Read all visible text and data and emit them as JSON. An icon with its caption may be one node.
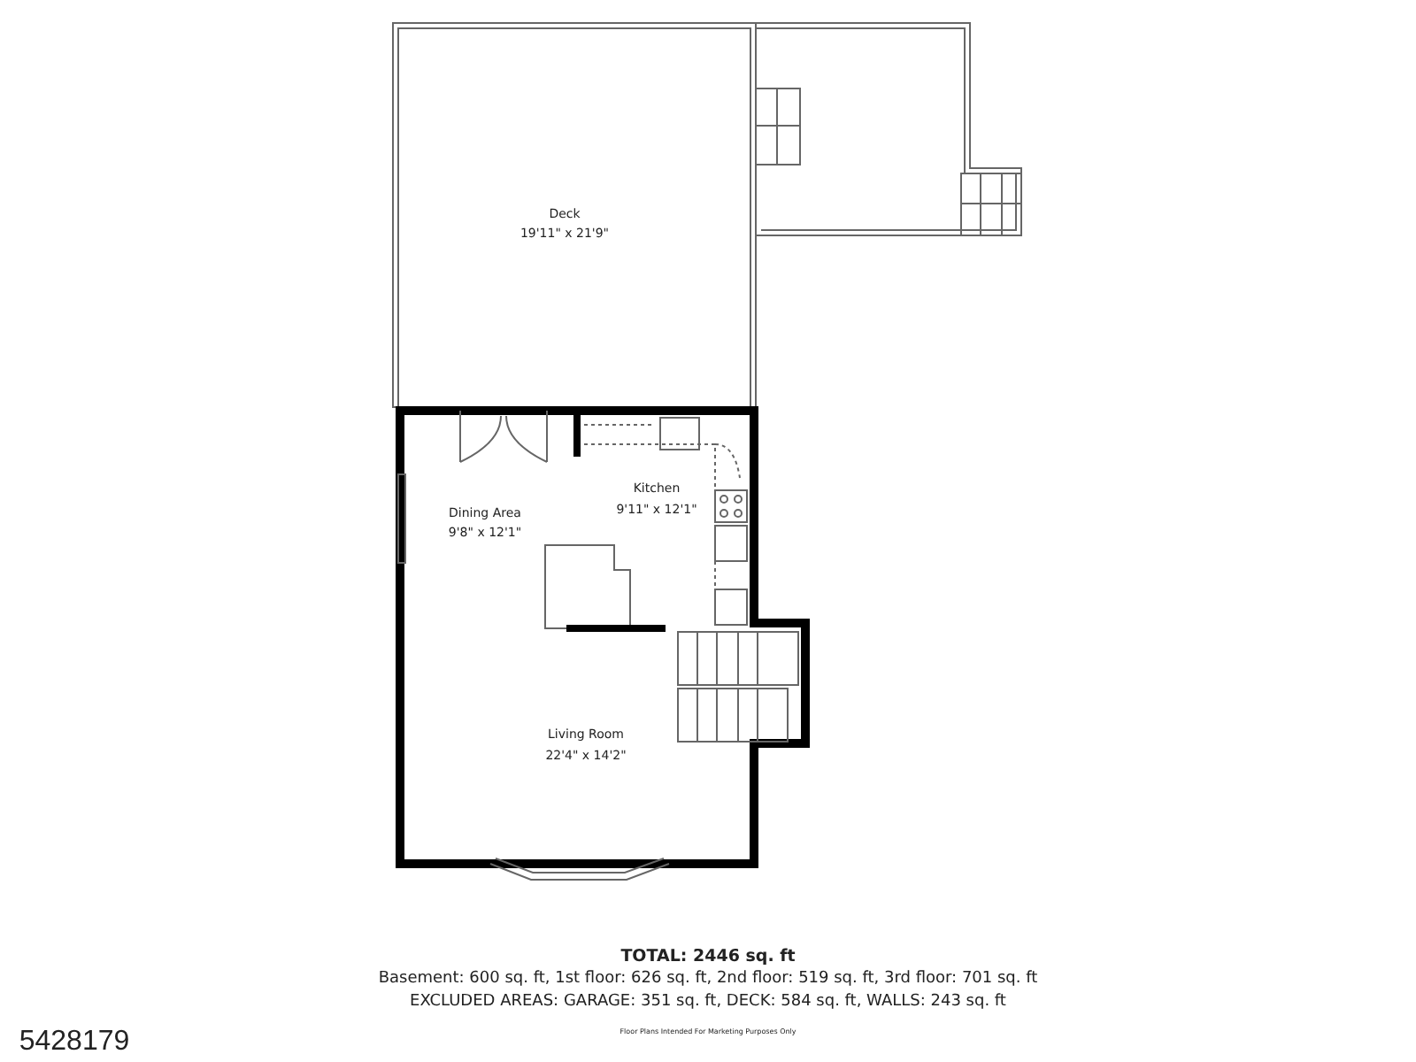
{
  "diagram": {
    "labels": [
      "Deck",
      "19'11\" x 21'9\"",
      "Kitchen",
      "9'11\" x 12'1\"",
      "Dining Area",
      "9'8\" x 12'1\"",
      "Living Room",
      "22'4\" x 14'2\"",
      "TOTAL: 2446 sq. ft",
      "Basement: 600 sq. ft, 1st floor: 626 sq. ft, 2nd floor: 519 sq. ft, 3rd floor: 701 sq. ft",
      "EXCLUDED AREAS: GARAGE: 351 sq. ft, DECK: 584 sq. ft, WALLS: 243 sq. ft",
      "Floor Plans Intended For Marketing Purposes Only",
      "5428179"
    ]
  }
}
